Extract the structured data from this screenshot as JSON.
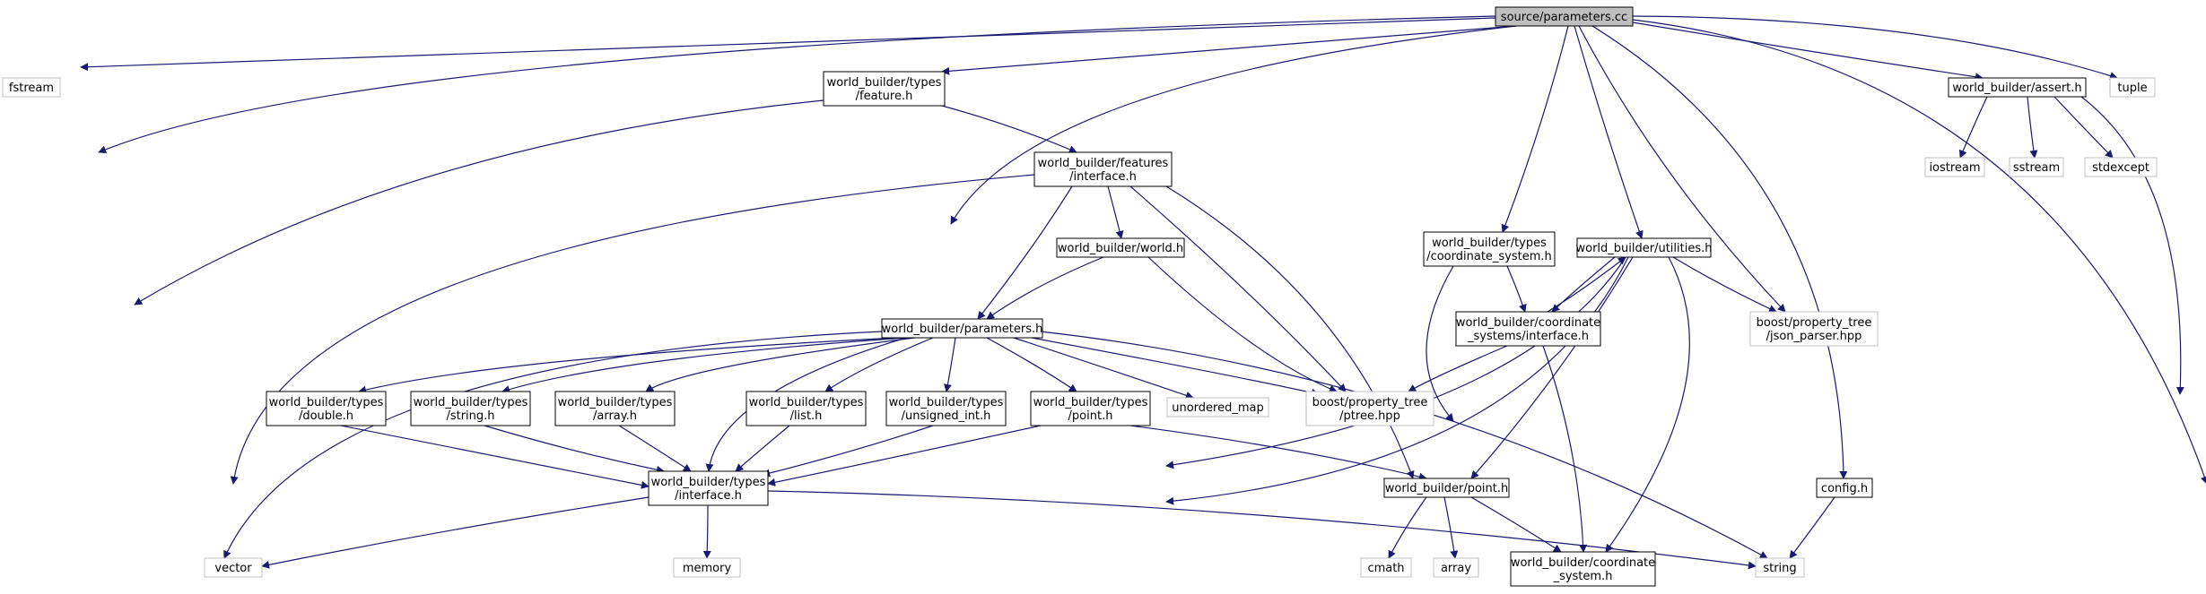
{
  "colors": {
    "edge": "#191970",
    "node_border": "#000000",
    "external_border": "#c0c0c0",
    "root_fill": "#bfbfbf",
    "node_fill": "#ffffff"
  },
  "nodes": {
    "root": {
      "lines": [
        "source/parameters.cc"
      ],
      "kind": "root"
    },
    "fstream": {
      "lines": [
        "fstream"
      ],
      "kind": "external"
    },
    "types_feature": {
      "lines": [
        "world_builder/types",
        "/feature.h"
      ],
      "kind": "local"
    },
    "assert": {
      "lines": [
        "world_builder/assert.h"
      ],
      "kind": "local"
    },
    "tuple": {
      "lines": [
        "tuple"
      ],
      "kind": "external"
    },
    "features_interface": {
      "lines": [
        "world_builder/features",
        "/interface.h"
      ],
      "kind": "local"
    },
    "iostream": {
      "lines": [
        "iostream"
      ],
      "kind": "external"
    },
    "sstream": {
      "lines": [
        "sstream"
      ],
      "kind": "external"
    },
    "stdexcept": {
      "lines": [
        "stdexcept"
      ],
      "kind": "external"
    },
    "types_coord": {
      "lines": [
        "world_builder/types",
        "/coordinate_system.h"
      ],
      "kind": "local"
    },
    "utilities": {
      "lines": [
        "world_builder/utilities.h"
      ],
      "kind": "local"
    },
    "world": {
      "lines": [
        "world_builder/world.h"
      ],
      "kind": "local"
    },
    "cs_interface": {
      "lines": [
        "world_builder/coordinate",
        "_systems/interface.h"
      ],
      "kind": "local"
    },
    "json_parser": {
      "lines": [
        "boost/property_tree",
        "/json_parser.hpp"
      ],
      "kind": "external"
    },
    "parameters_h": {
      "lines": [
        "world_builder/parameters.h"
      ],
      "kind": "local"
    },
    "types_double": {
      "lines": [
        "world_builder/types",
        "/double.h"
      ],
      "kind": "local"
    },
    "types_string": {
      "lines": [
        "world_builder/types",
        "/string.h"
      ],
      "kind": "local"
    },
    "types_array": {
      "lines": [
        "world_builder/types",
        "/array.h"
      ],
      "kind": "local"
    },
    "types_list": {
      "lines": [
        "world_builder/types",
        "/list.h"
      ],
      "kind": "local"
    },
    "types_uint": {
      "lines": [
        "world_builder/types",
        "/unsigned_int.h"
      ],
      "kind": "local"
    },
    "types_point": {
      "lines": [
        "world_builder/types",
        "/point.h"
      ],
      "kind": "local"
    },
    "unordered_map": {
      "lines": [
        "unordered_map"
      ],
      "kind": "external"
    },
    "ptree": {
      "lines": [
        "boost/property_tree",
        "/ptree.hpp"
      ],
      "kind": "external"
    },
    "config": {
      "lines": [
        "config.h"
      ],
      "kind": "local"
    },
    "types_interface": {
      "lines": [
        "world_builder/types",
        "/interface.h"
      ],
      "kind": "local"
    },
    "point": {
      "lines": [
        "world_builder/point.h"
      ],
      "kind": "local"
    },
    "vector": {
      "lines": [
        "vector"
      ],
      "kind": "external"
    },
    "memory": {
      "lines": [
        "memory"
      ],
      "kind": "external"
    },
    "cmath": {
      "lines": [
        "cmath"
      ],
      "kind": "external"
    },
    "array": {
      "lines": [
        "array"
      ],
      "kind": "external"
    },
    "coordinate_system": {
      "lines": [
        "world_builder/coordinate",
        "_system.h"
      ],
      "kind": "local"
    },
    "string": {
      "lines": [
        "string"
      ],
      "kind": "external"
    }
  }
}
